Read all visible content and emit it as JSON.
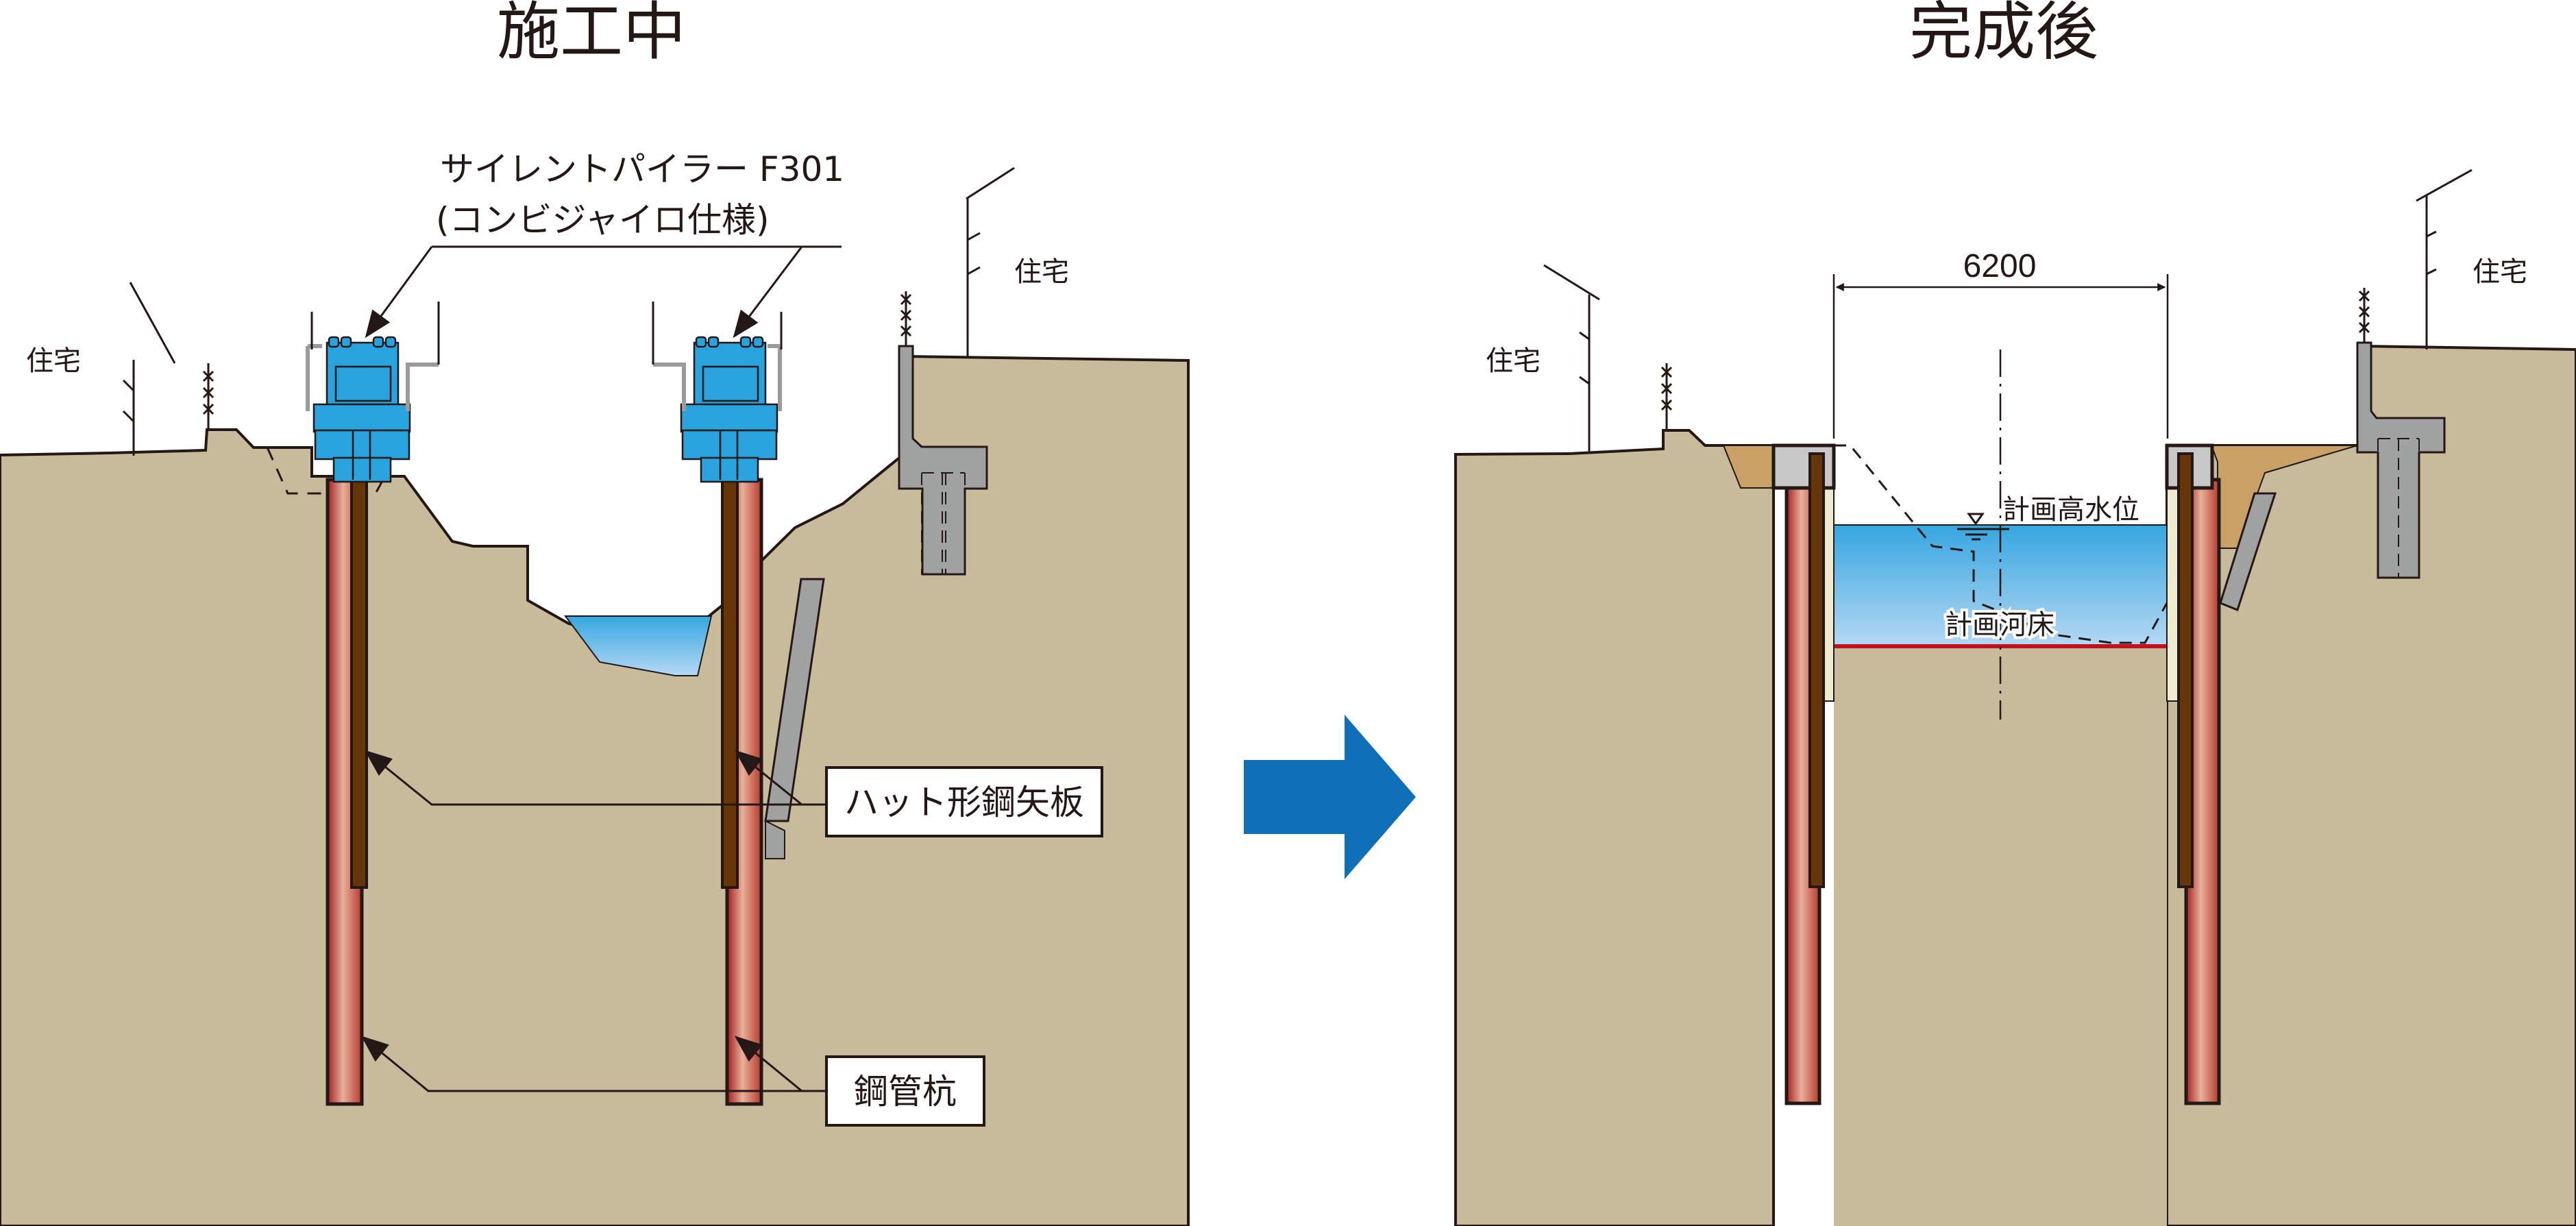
{
  "panels": {
    "during": {
      "title": "施工中",
      "house_left": "住宅",
      "house_right": "住宅",
      "machine_callout_line1": "サイレントパイラー F301",
      "machine_callout_line2": "(コンビジャイロ仕様)",
      "label_sheet_pile": "ハット形鋼矢板",
      "label_steel_pipe_pile": "鋼管杭"
    },
    "after": {
      "title": "完成後",
      "house_left": "住宅",
      "house_right": "住宅",
      "channel_width": "6200",
      "design_high_water": "計画高水位",
      "design_riverbed": "計画河床"
    }
  },
  "transition_icon": "right-arrow-icon",
  "colors": {
    "soil": "#c8bb9b",
    "fill_soil": "#c9a066",
    "machine_blue": "#29a3dd",
    "arrow_blue": "#0f70b7",
    "sheet_pile": "#663508",
    "pipe_pile": "#c0453a",
    "concrete": "#c8c8c9",
    "retaining_wall": "#a0a1a1",
    "riverbed_line": "#c1121f",
    "facing": "#f0ead0",
    "line": "#231815"
  }
}
